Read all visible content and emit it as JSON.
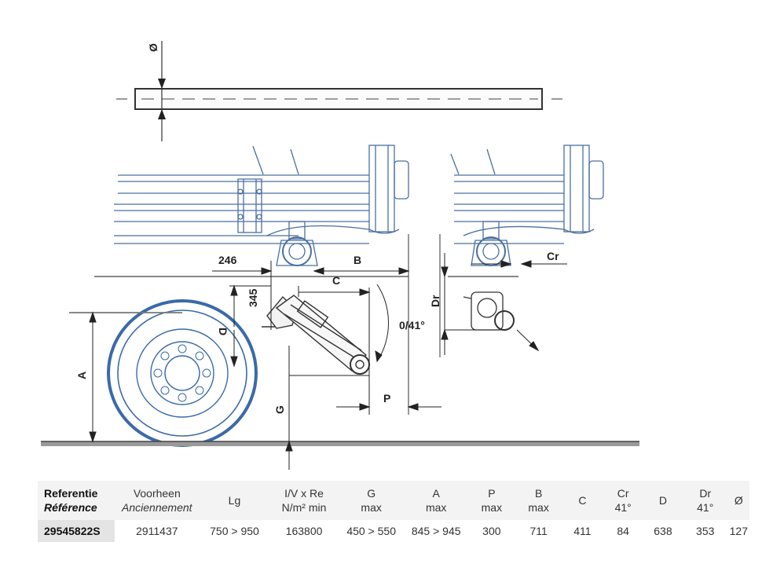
{
  "drawing": {
    "labels": {
      "diameter": "Ø",
      "dim_246": "246",
      "b": "B",
      "c": "C",
      "dim_345": "345",
      "d": "D",
      "a": "A",
      "g": "G",
      "p": "P",
      "angle": "0/41°",
      "dr": "Dr",
      "cr": "Cr"
    }
  },
  "table": {
    "headers": [
      {
        "line1": "Referentie",
        "line2": "Référence"
      },
      {
        "line1": "Voorheen",
        "line2": "Anciennement"
      },
      {
        "line1": "Lg",
        "line2": ""
      },
      {
        "line1": "I/V x Re",
        "line2": "N/m² min"
      },
      {
        "line1": "G",
        "line2": "max"
      },
      {
        "line1": "A",
        "line2": "max"
      },
      {
        "line1": "P",
        "line2": "max"
      },
      {
        "line1": "B",
        "line2": "max"
      },
      {
        "line1": "C",
        "line2": ""
      },
      {
        "line1": "Cr",
        "line2": "41°"
      },
      {
        "line1": "D",
        "line2": ""
      },
      {
        "line1": "Dr",
        "line2": "41°"
      },
      {
        "line1": "Ø",
        "line2": ""
      }
    ],
    "rows": [
      [
        "29545822S",
        "2911437",
        "750 > 950",
        "163800",
        "450 > 550",
        "845 > 945",
        "300",
        "711",
        "411",
        "84",
        "638",
        "353",
        "127"
      ]
    ]
  }
}
